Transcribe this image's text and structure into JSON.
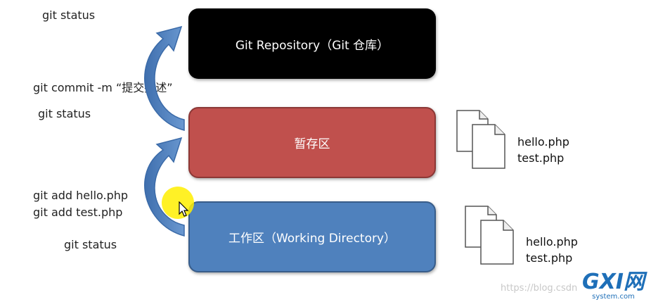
{
  "labels": {
    "git_status_1": "git status",
    "git_commit": "git commit -m “提交描述”",
    "git_status_2": "git status",
    "git_add_hello": "git add hello.php",
    "git_add_test": "git add test.php",
    "git_status_3": "git status"
  },
  "boxes": {
    "repository": "Git Repository（Git 仓库）",
    "staging": "暂存区",
    "working": "工作区（Working Directory）"
  },
  "files": {
    "staging": [
      "hello.php",
      "test.php"
    ],
    "working": [
      "hello.php",
      "test.php"
    ]
  },
  "watermark": {
    "url": "https://blog.csdn",
    "logo_text": "GXI网",
    "logo_sub": "system.com"
  },
  "colors": {
    "repository": "#000000",
    "staging": "#c0504d",
    "working": "#4f81bd",
    "arrow": "#4f81bd"
  }
}
